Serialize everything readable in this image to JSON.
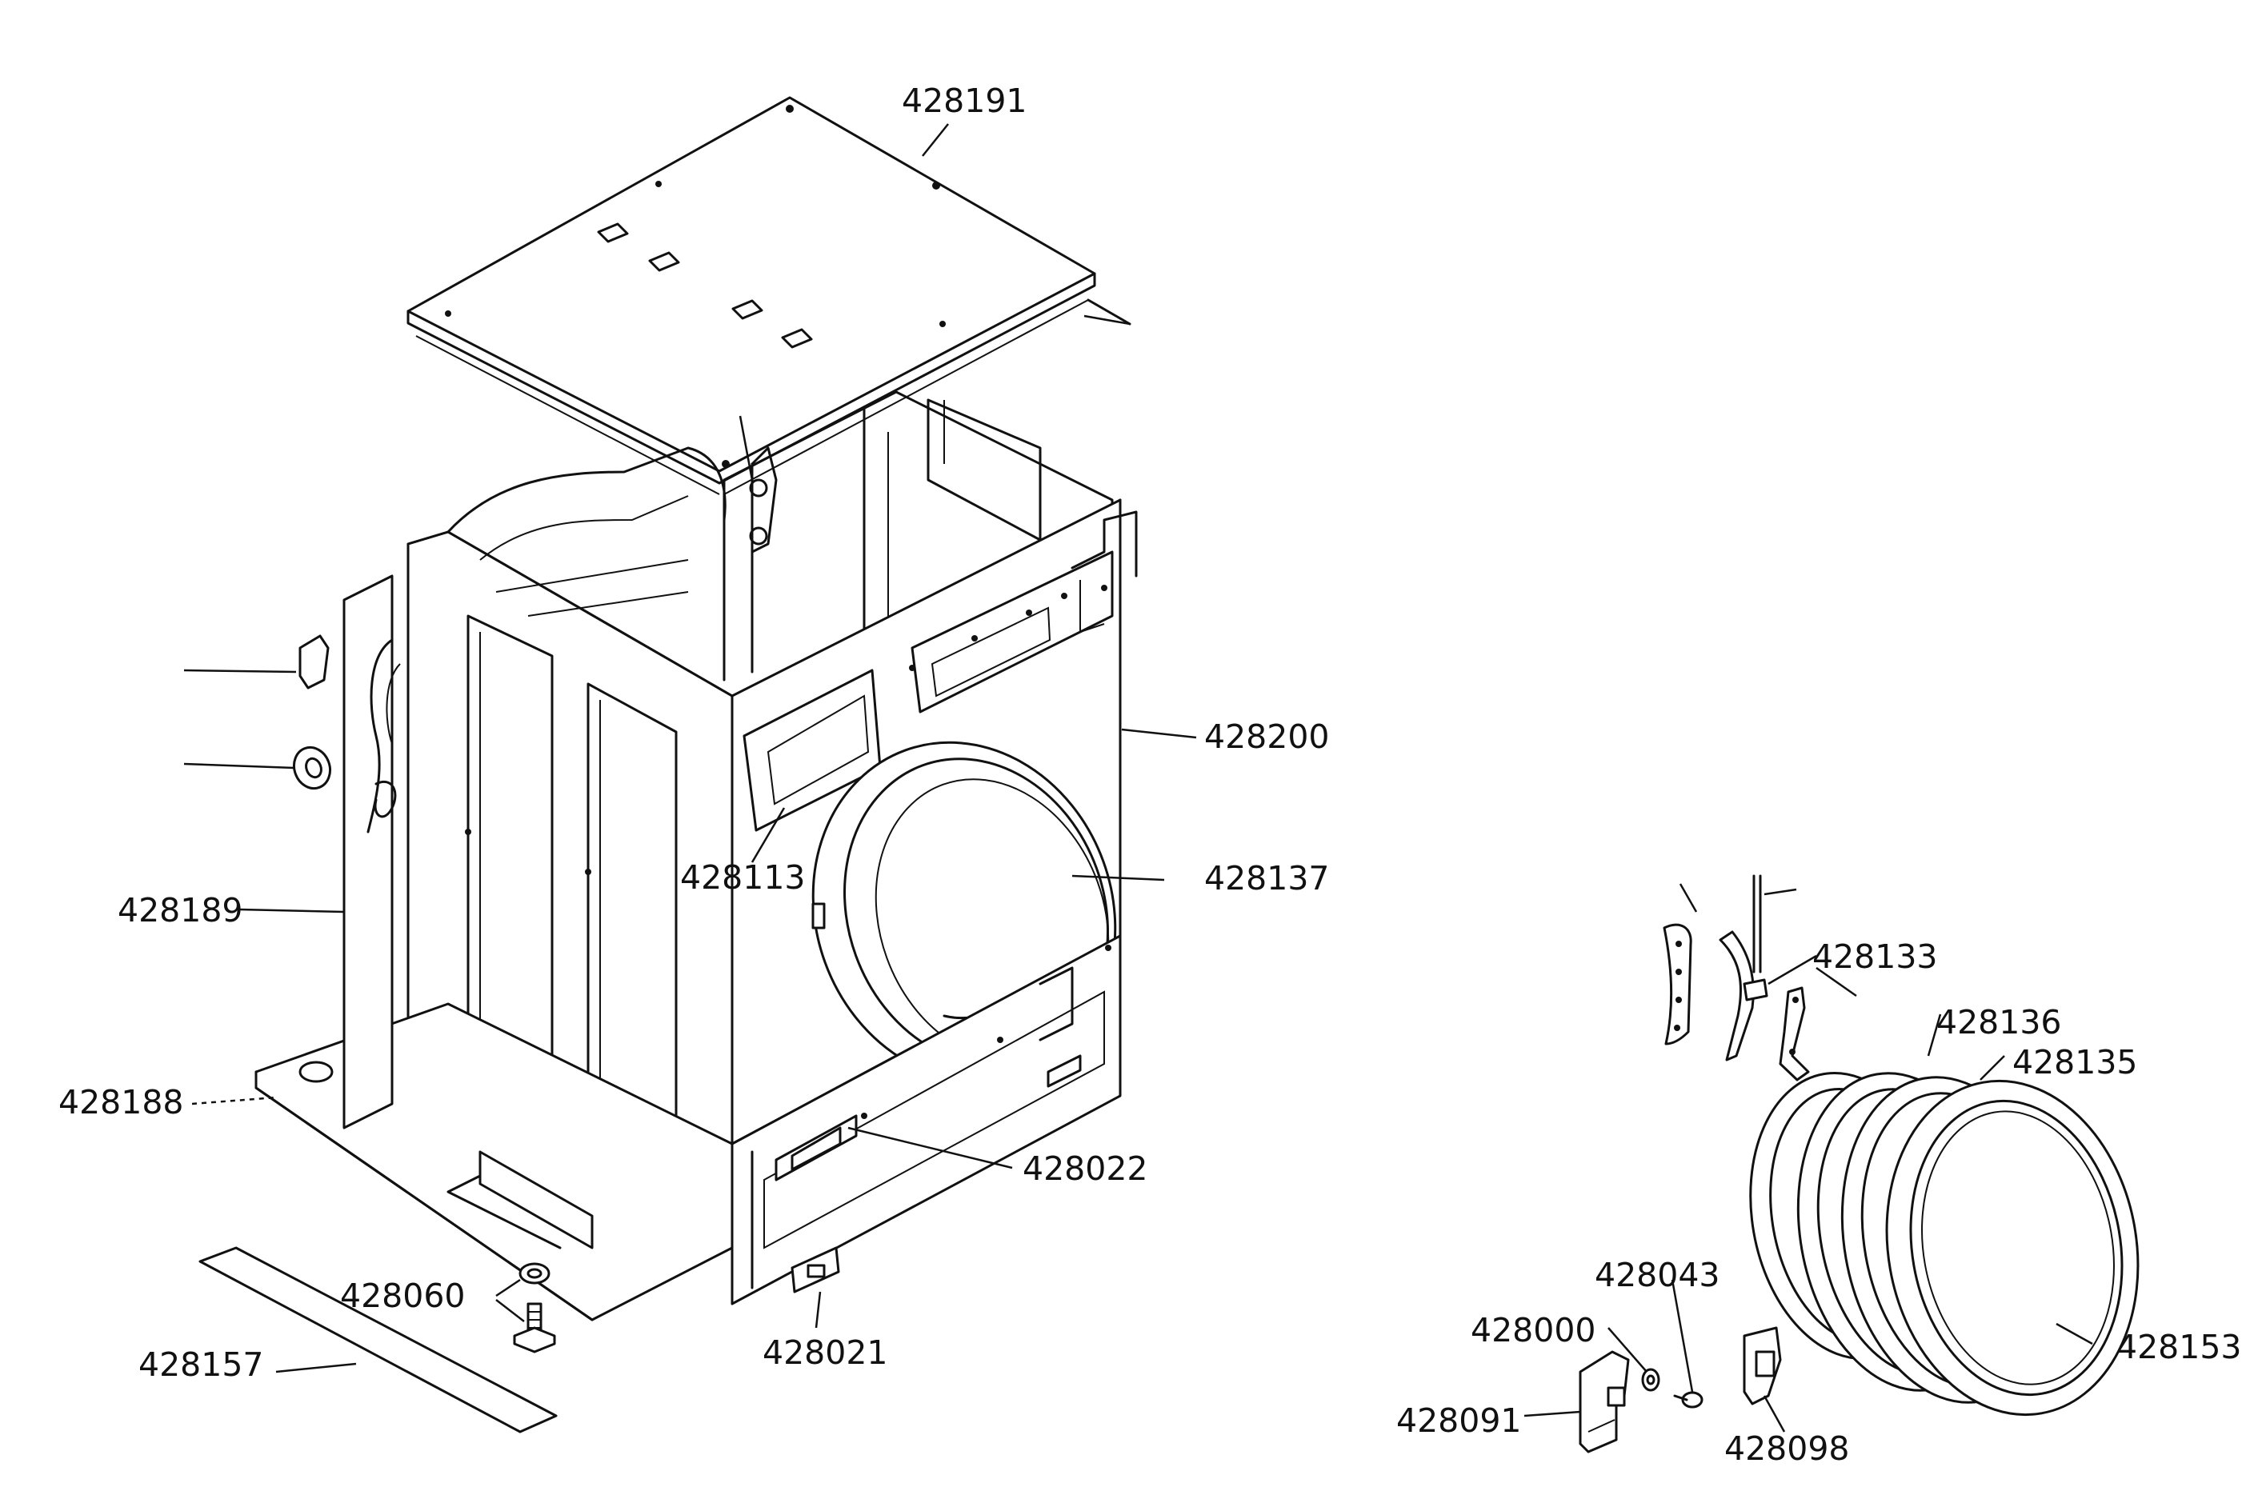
{
  "diagram": {
    "labels": {
      "p428191": "428191",
      "p428200": "428200",
      "p428113": "428113",
      "p428137": "428137",
      "p428189": "428189",
      "p428188": "428188",
      "p428022": "428022",
      "p428060": "428060",
      "p428157": "428157",
      "p428021": "428021",
      "p428133": "428133",
      "p428136": "428136",
      "p428135": "428135",
      "p428043": "428043",
      "p428000": "428000",
      "p428153": "428153",
      "p428091": "428091",
      "p428098": "428098"
    }
  }
}
